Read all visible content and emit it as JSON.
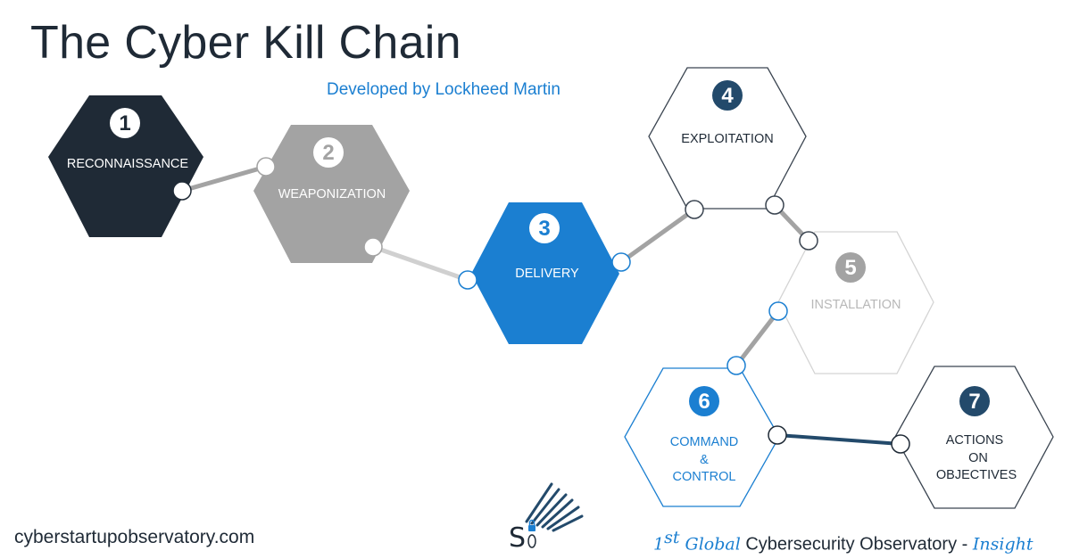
{
  "title": "The Cyber Kill Chain",
  "subtitle": "Developed by Lockheed Martin",
  "colors": {
    "dark": "#1f2a36",
    "gray": "#a3a3a3",
    "blue": "#1b7fd1",
    "navy": "#234a6b",
    "light_gray_text": "#b8b8b8"
  },
  "steps": [
    {
      "number": "1",
      "label": "RECONNAISSANCE"
    },
    {
      "number": "2",
      "label": "WEAPONIZATION"
    },
    {
      "number": "3",
      "label": "DELIVERY"
    },
    {
      "number": "4",
      "label": "EXPLOITATION"
    },
    {
      "number": "5",
      "label": "INSTALLATION"
    },
    {
      "number": "6",
      "label_lines": [
        "COMMAND",
        "&",
        "CONTROL"
      ]
    },
    {
      "number": "7",
      "label_lines": [
        "ACTIONS",
        "ON",
        "OBJECTIVES"
      ]
    }
  ],
  "footer": {
    "website": "cyberstartupobservatory.com",
    "tagline_prefix_1": "1",
    "tagline_sup": "st",
    "tagline_prefix_2": " Global",
    "tagline_main": " Cybersecurity Observatory ",
    "tagline_dash": " - ",
    "tagline_suffix": "Insight",
    "logo_icon": "observatory-logo-icon"
  }
}
